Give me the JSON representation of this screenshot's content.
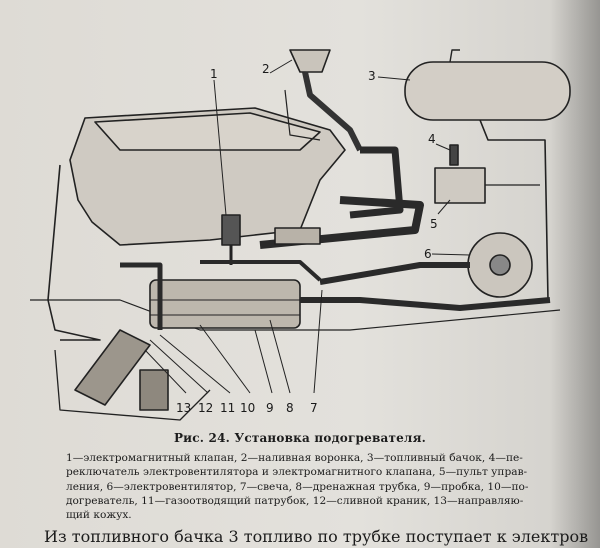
{
  "figure": {
    "callouts": [
      "1",
      "2",
      "3",
      "4",
      "5",
      "6",
      "7",
      "8",
      "9",
      "10",
      "11",
      "12",
      "13"
    ],
    "caption": "Рис. 24. Установка подогревателя."
  },
  "legend_lines": [
    "1—электромагнитный клапан, 2—наливная воронка, 3—топливный бачок, 4—пе-",
    "реключатель электровентилятора и электромагнитного клапана, 5—пульт управ-",
    "ления, 6—электровентилятор, 7—свеча, 8—дренажная трубка, 9—пробка, 10—по-",
    "догреватель, 11—газоотводящий патрубок, 12—сливной краник, 13—направляю-",
    "щий кожух."
  ],
  "body_text": "Из топливного бачка 3 топливо по трубке поступает к электров"
}
